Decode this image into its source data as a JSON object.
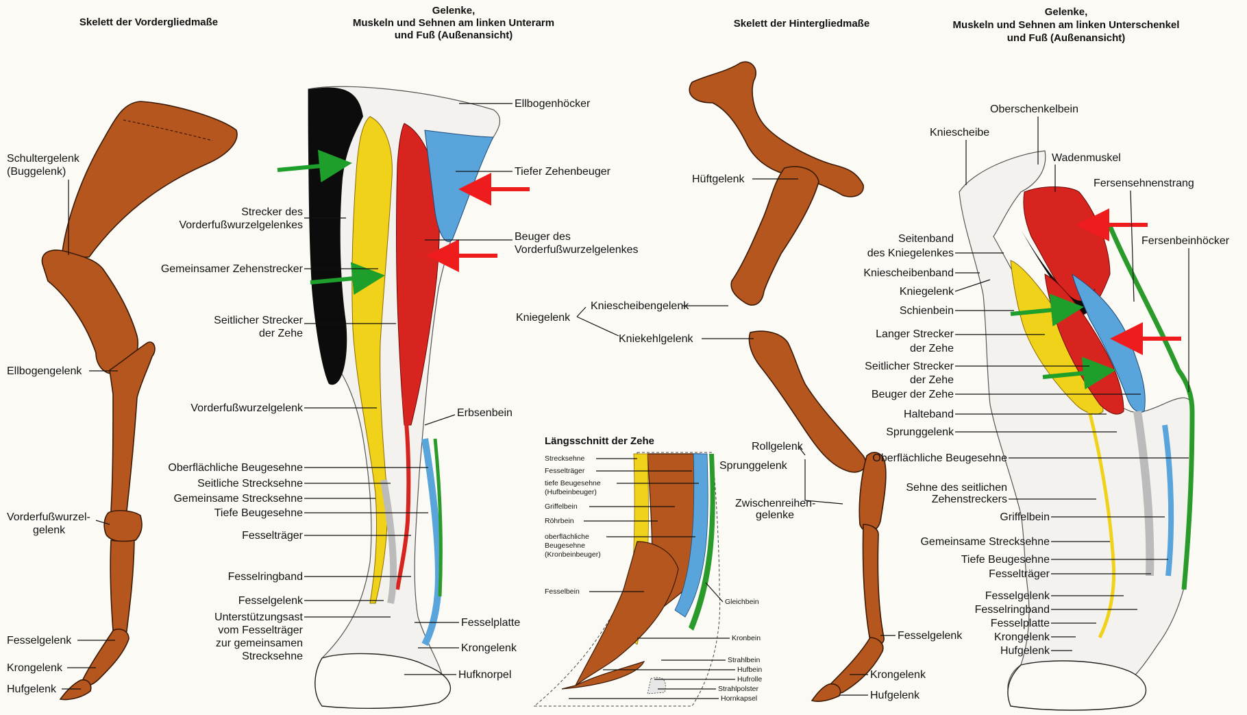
{
  "titles": {
    "fore_skeleton": "Skelett der Vordergliedmaße",
    "fore_muscles": [
      "Gelenke,",
      "Muskeln und Sehnen am linken Unterarm",
      "und Fuß (Außenansicht)"
    ],
    "hind_skeleton": "Skelett der Hintergliedmaße",
    "hind_muscles": [
      "Gelenke,",
      "Muskeln und Sehnen am linken Unterschenkel",
      "und Fuß (Außenansicht)"
    ],
    "digit_section": "Längsschnitt der Zehe"
  },
  "fore_skeleton_labels": {
    "shoulder": [
      "Schultergelenk",
      "(Buggelenk)"
    ],
    "elbow": "Ellbogengelenk",
    "carpus": [
      "Vorderfußwurzel-",
      "gelenk"
    ],
    "fetlock": "Fesselgelenk",
    "pastern": "Krongelenk",
    "coffin": "Hufgelenk"
  },
  "fore_muscle_labels": {
    "left": [
      [
        "Strecker des",
        "Vorderfußwurzelgelenkes"
      ],
      [
        "Gemeinsamer Zehenstrecker"
      ],
      [
        "Seitlicher Strecker",
        "der Zehe"
      ],
      [
        "Vorderfußwurzelgelenk"
      ],
      [
        "Oberflächliche Beugesehne"
      ],
      [
        "Seitliche Strecksehne"
      ],
      [
        "Gemeinsame Strecksehne"
      ],
      [
        "Tiefe Beugesehne"
      ],
      [
        "Fesselträger"
      ],
      [
        "Fesselringband"
      ],
      [
        "Fesselgelenk"
      ],
      [
        "Unterstützungsast",
        "vom Fesselträger",
        "zur gemeinsamen",
        "Strecksehne"
      ]
    ],
    "right": [
      [
        "Ellbogenhöcker"
      ],
      [
        "Tiefer Zehenbeuger"
      ],
      [
        "Beuger des",
        "Vorderfußwurzelgelenkes"
      ],
      [
        "Erbsenbein"
      ],
      [
        "Fesselplatte"
      ],
      [
        "Krongelenk"
      ],
      [
        "Hufknorpel"
      ]
    ]
  },
  "digit_labels": {
    "left": [
      [
        "Strecksehne"
      ],
      [
        "Fesselträger"
      ],
      [
        "tiefe Beugesehne",
        "(Hufbeinbeuger)"
      ],
      [
        "Griffelbein"
      ],
      [
        "Röhrbein"
      ],
      [
        "oberflächliche",
        "Beugesehne",
        "(Kronbeinbeuger)"
      ],
      [
        "Fesselbein"
      ]
    ],
    "right": [
      "Gleichbein",
      "Kronbein",
      "Strahlbein",
      "Hufbein",
      "Hufrolle",
      "Strahlpolster",
      "Hornkapsel"
    ]
  },
  "hind_skeleton_labels": {
    "hip": "Hüftgelenk",
    "stifle": "Kniegelenk",
    "patellar_joint": "Kniescheibengelenk",
    "knee_fold": "Kniekehlgelenk",
    "roll_joint": "Rollgelenk",
    "hock": "Sprunggelenk",
    "intertarsal": [
      "Zwischenreihen-",
      "gelenke"
    ],
    "fetlock": "Fesselgelenk",
    "pastern": "Krongelenk",
    "coffin": "Hufgelenk"
  },
  "hind_muscle_labels": {
    "top": [
      "Oberschenkelbein",
      "Kniescheibe",
      "Wadenmuskel",
      "Fersensehnenstrang",
      "Fersenbeinhöcker"
    ],
    "left": [
      [
        "Seitenband",
        "des Kniegelenkes"
      ],
      [
        "Kniescheibenband"
      ],
      [
        "Kniegelenk"
      ],
      [
        "Schienbein"
      ],
      [
        "Langer Strecker",
        "der Zehe"
      ],
      [
        "Seitlicher Strecker",
        "der Zehe"
      ],
      [
        "Beuger der Zehe"
      ],
      [
        "Halteband"
      ],
      [
        "Sprunggelenk"
      ],
      [
        "Oberflächliche Beugesehne"
      ],
      [
        "Sehne des seitlichen",
        "Zehenstreckers"
      ],
      [
        "Griffelbein"
      ],
      [
        "Gemeinsame Strecksehne"
      ],
      [
        "Tiefe Beugesehne"
      ],
      [
        "Fesselträger"
      ],
      [
        "Fesselgelenk"
      ],
      [
        "Fesselringband"
      ],
      [
        "Fesselplatte"
      ],
      [
        "Krongelenk"
      ],
      [
        "Hufgelenk"
      ]
    ]
  },
  "colors": {
    "bone": "#b4561d",
    "red_muscle": "#d8241f",
    "yellow_muscle": "#f0d21a",
    "blue_muscle": "#5aa4dc",
    "green_tendon": "#2a9a2a",
    "black_muscle": "#0c0c0c",
    "arrow_red": "#ee1c1c",
    "arrow_green": "#1e9e2a"
  }
}
